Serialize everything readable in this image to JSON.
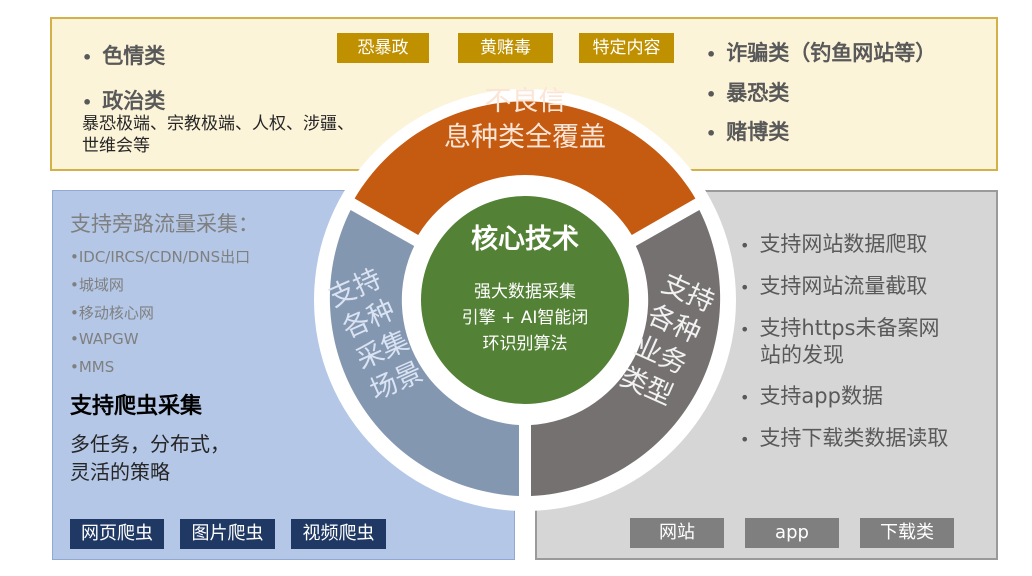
{
  "top_panel": {
    "left_items": [
      {
        "label": "色情类"
      },
      {
        "label": "政治类",
        "detail": "暴恐极端、宗教极端、人权、涉疆、世维会等"
      }
    ],
    "tags": [
      "恐暴政",
      "黄赌毒",
      "特定内容"
    ],
    "right_items": [
      "诈骗类（钓鱼网站等）",
      "暴恐类",
      "赌博类"
    ]
  },
  "left_panel": {
    "heading": "支持旁路流量采集：",
    "items": [
      "•IDC/IRCS/CDN/DNS出口",
      "•城域网",
      "•移动核心网",
      "•WAPGW",
      "•MMS"
    ],
    "crawler_title": "支持爬虫采集",
    "crawler_desc": [
      "多任务，分布式，",
      "灵活的策略"
    ],
    "tags": [
      "网页爬虫",
      "图片爬虫",
      "视频爬虫"
    ]
  },
  "right_panel": {
    "items": [
      [
        "支持网站数据爬取"
      ],
      [
        "支持网站流量截取"
      ],
      [
        "支持https未备案网",
        "站的发现"
      ],
      [
        "支持app数据"
      ],
      [
        "支持下载类数据读取"
      ]
    ],
    "tags": [
      "网站",
      "app",
      "下载类"
    ]
  },
  "ring": {
    "top": [
      "不良信",
      "息种类全覆盖"
    ],
    "left": [
      "支持",
      "各种",
      "采集",
      "场景"
    ],
    "right": [
      "支持",
      "各种",
      "业务",
      "类型"
    ]
  },
  "core": {
    "title": "核心技术",
    "desc": [
      "强大数据采集",
      "引擎 + AI智能闭",
      "环识别算法"
    ]
  },
  "colors": {
    "ring_top": "#c55a11",
    "ring_left": "#8497b0",
    "ring_right": "#767171",
    "core": "#538135",
    "gold": "#bf9000",
    "navy": "#1f3864"
  }
}
